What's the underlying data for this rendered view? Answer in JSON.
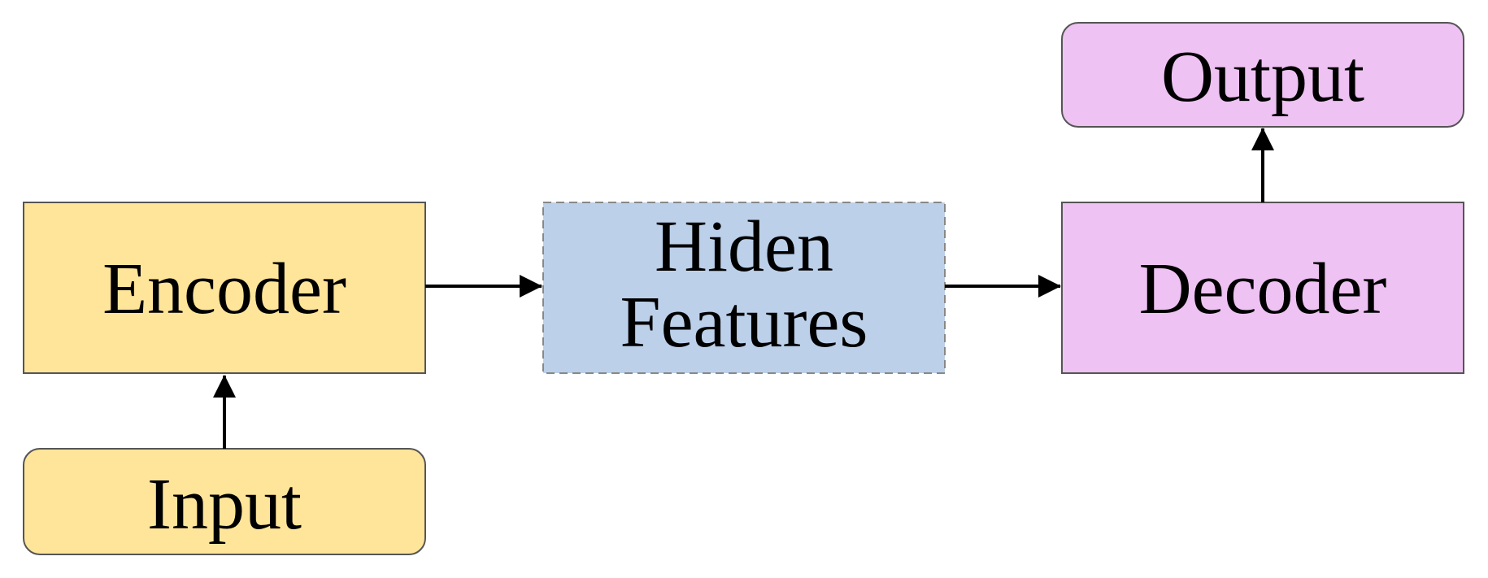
{
  "nodes": {
    "encoder": {
      "label": "Encoder"
    },
    "input": {
      "label": "Input"
    },
    "hidden": {
      "label_line1": "Hiden",
      "label_line2": "Features"
    },
    "decoder": {
      "label": "Decoder"
    },
    "output": {
      "label": "Output"
    }
  },
  "colors": {
    "encoder_fill": "#FFE599",
    "hidden_fill": "#BCD0EA",
    "decoder_fill": "#EEC2F2",
    "stroke": "#555555",
    "arrow": "#000000"
  }
}
